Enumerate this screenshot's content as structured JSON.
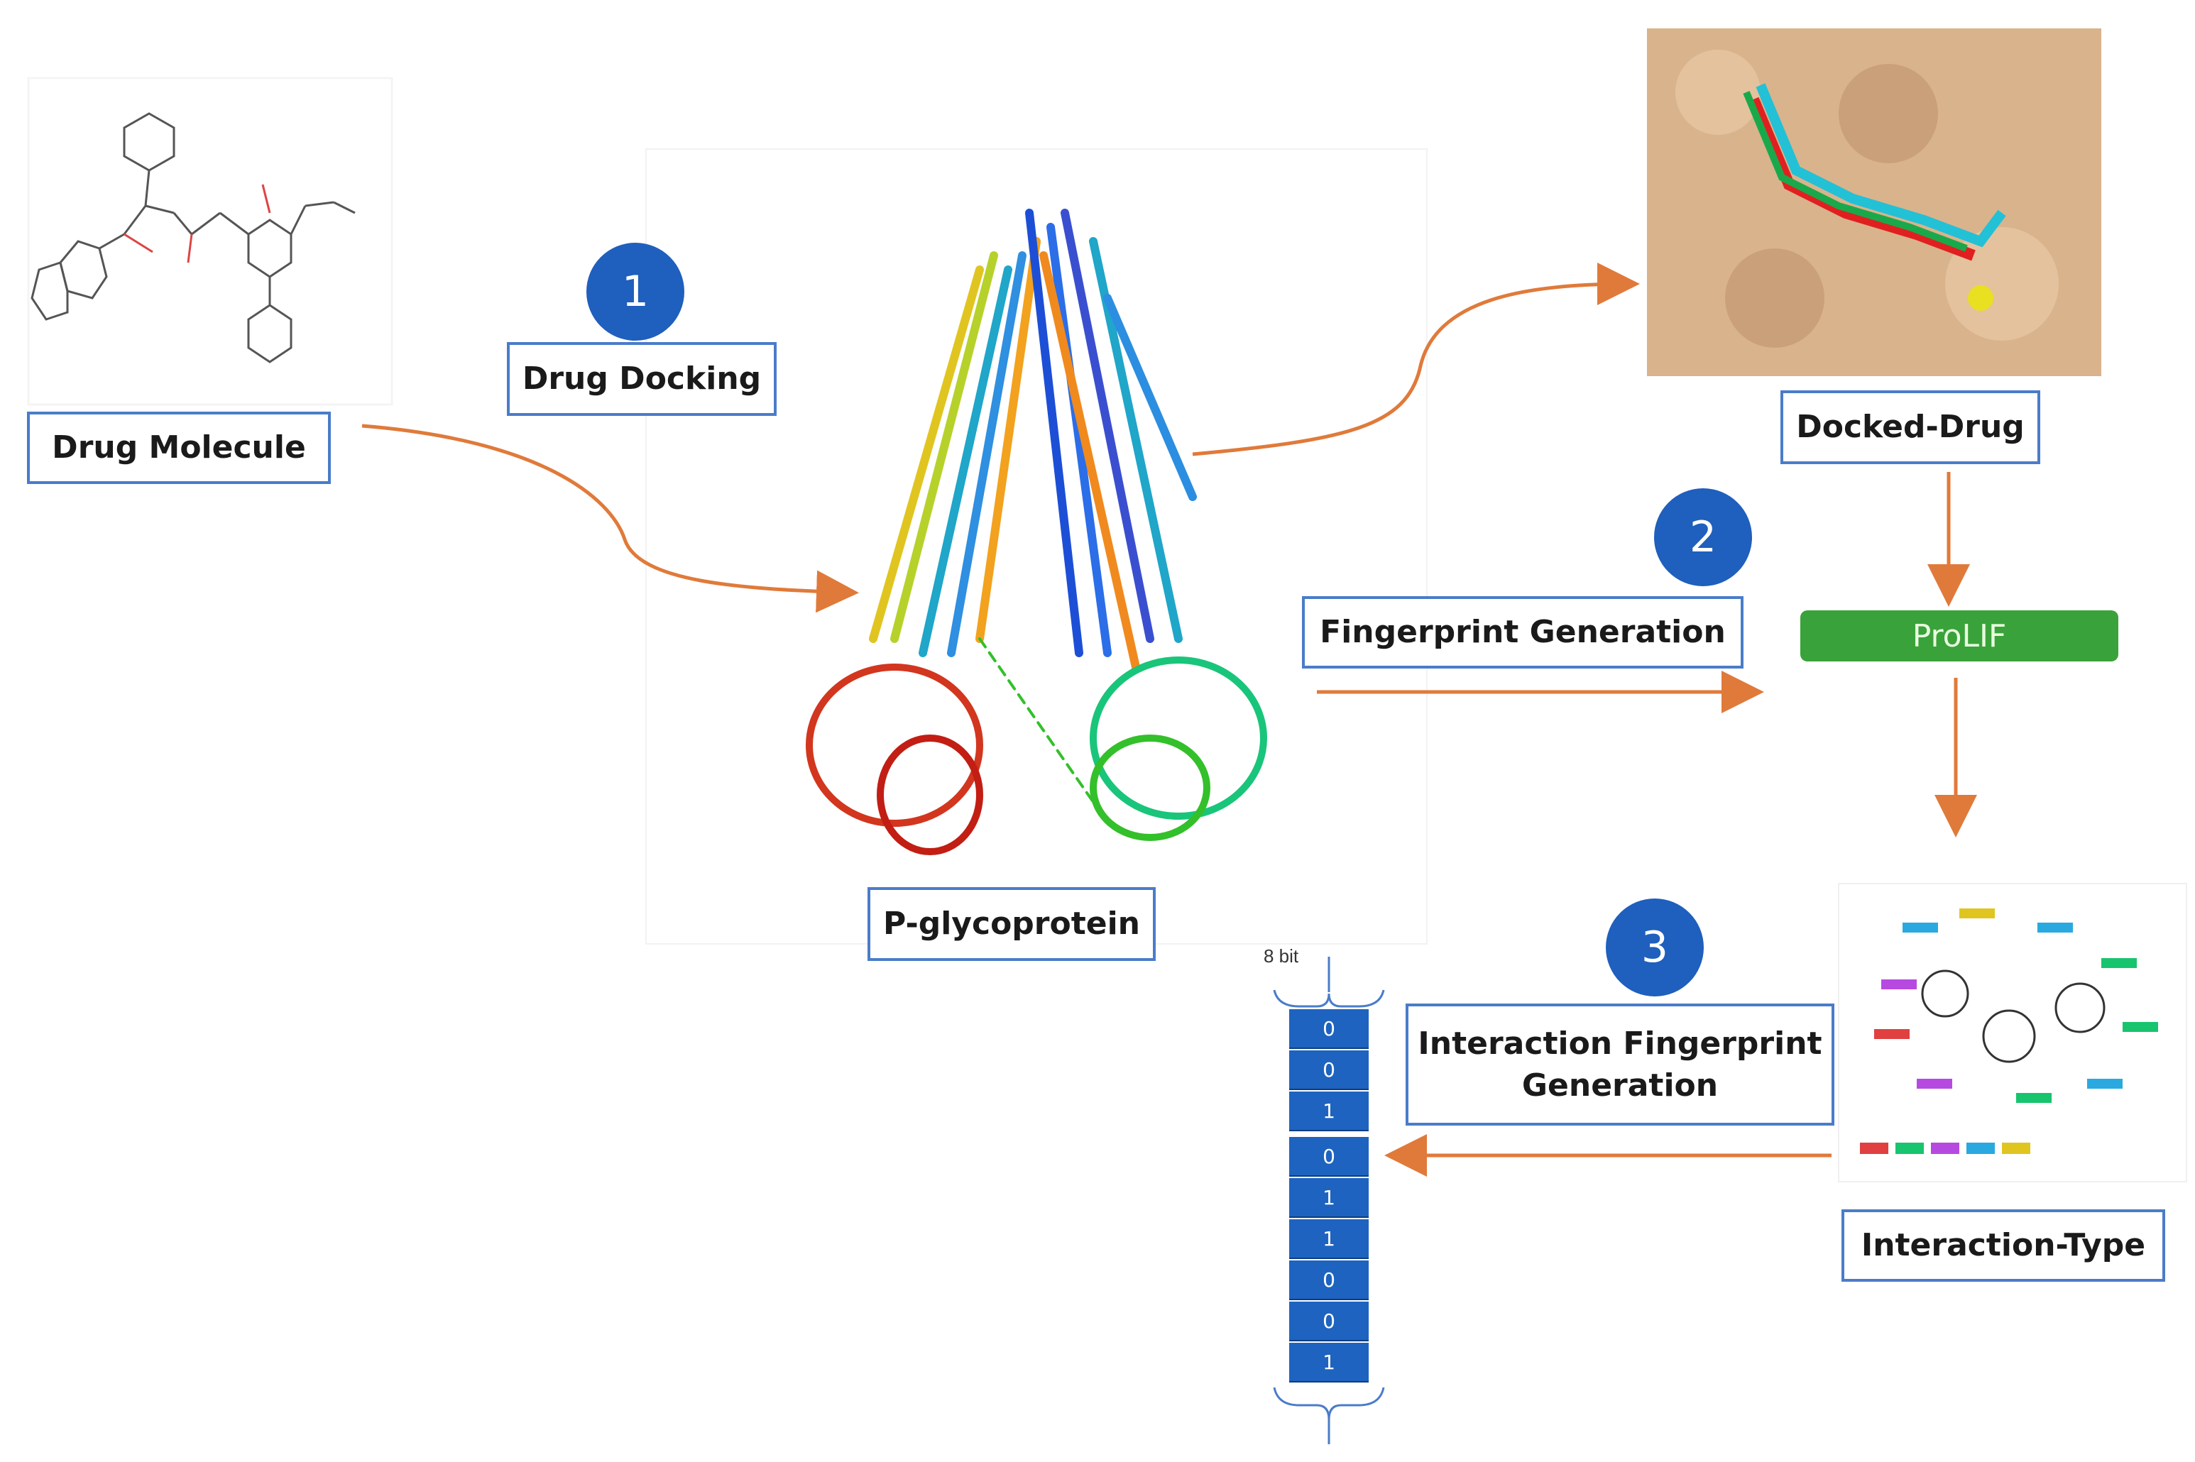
{
  "labels": {
    "drug_molecule": "Drug Molecule",
    "drug_docking": "Drug Docking",
    "p_glycoprotein": "P-glycoprotein",
    "docked_drug": "Docked-Drug",
    "fingerprint_generation": "Fingerprint Generation",
    "prolif": "ProLIF",
    "interaction_fp_line1": "Interaction Fingerprint",
    "interaction_fp_line2": "Generation",
    "interaction_type": "Interaction-Type"
  },
  "steps": [
    "1",
    "2",
    "3"
  ],
  "bit_vector": {
    "caption": "8 bit",
    "bits": [
      "0",
      "0",
      "1",
      "0",
      "1",
      "1",
      "0",
      "0",
      "1"
    ]
  },
  "colors": {
    "box_border": "#4a7cc9",
    "step_circle": "#1f5fbd",
    "arrow": "#e07a3a",
    "prolif_bg": "#3aa23a",
    "bit_cell": "#1e63bf",
    "surface": "#d9b38c"
  }
}
